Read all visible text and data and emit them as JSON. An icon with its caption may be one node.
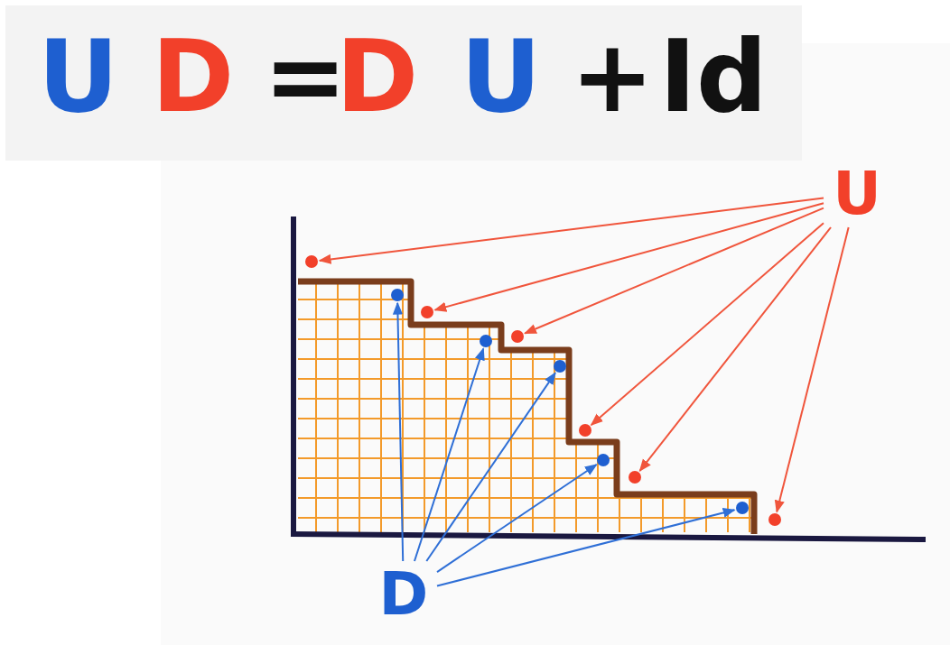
{
  "diagram": {
    "nodes": [
      {
        "text": [
          "U"
        ]
      },
      {
        "text": [],
        "shape": "circle"
      },
      {
        "text": [],
        "shape": "circle"
      },
      {
        "text": [],
        "shape": "circle"
      },
      {
        "text": [],
        "shape": "circle"
      },
      {
        "text": [],
        "shape": "circle"
      },
      {
        "text": [],
        "shape": "circle"
      },
      {
        "text": [],
        "shape": "circle"
      },
      {
        "text": [],
        "shape": "circle"
      },
      {
        "text": [],
        "shape": "circle"
      },
      {
        "text": [],
        "shape": "circle"
      },
      {
        "text": [],
        "shape": "circle"
      },
      {
        "text": [
          "D"
        ]
      }
    ],
    "edges": [
      {
        "from": 0,
        "to": 1,
        "arrow": "to"
      },
      {
        "from": 0,
        "to": 2,
        "arrow": "to"
      },
      {
        "from": 0,
        "to": 3,
        "arrow": "to"
      },
      {
        "from": 0,
        "to": 4,
        "arrow": "to"
      },
      {
        "from": 0,
        "to": 5,
        "arrow": "to"
      },
      {
        "from": 0,
        "to": 6,
        "arrow": "to"
      },
      {
        "from": 12,
        "to": 7,
        "arrow": "to",
        "color": "#2f6fd6"
      },
      {
        "from": 12,
        "to": 8,
        "arrow": "to",
        "color": "#2f6fd6"
      },
      {
        "from": 12,
        "to": 9,
        "arrow": "to",
        "color": "#2f6fd6"
      },
      {
        "from": 12,
        "to": 10,
        "arrow": "to",
        "color": "#2f6fd6"
      },
      {
        "from": 12,
        "to": 11,
        "arrow": "to",
        "color": "#2f6fd6"
      }
    ],
    "labels": [
      "U",
      "D",
      "=",
      "D",
      "U",
      "+",
      "Id"
    ]
  }
}
